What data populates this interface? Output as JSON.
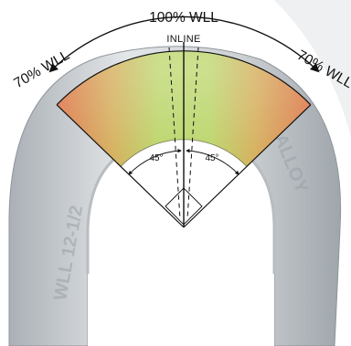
{
  "labels": {
    "top": "100% WLL",
    "inline": "INLINE",
    "left": "70% WLL",
    "right": "70% WLL",
    "angle_left": "45°",
    "angle_right": "45°"
  },
  "markings": {
    "left": "WLL 12-1/2",
    "right": "ALLOY"
  },
  "colors": {
    "zone_green": "#b9d96a",
    "zone_yellow": "#d6d36c",
    "zone_red": "#e07e55",
    "metal": "#d4d7da",
    "line": "#111111"
  },
  "icons": {
    "arrow_left": "arrowhead",
    "arrow_right": "arrowhead"
  }
}
